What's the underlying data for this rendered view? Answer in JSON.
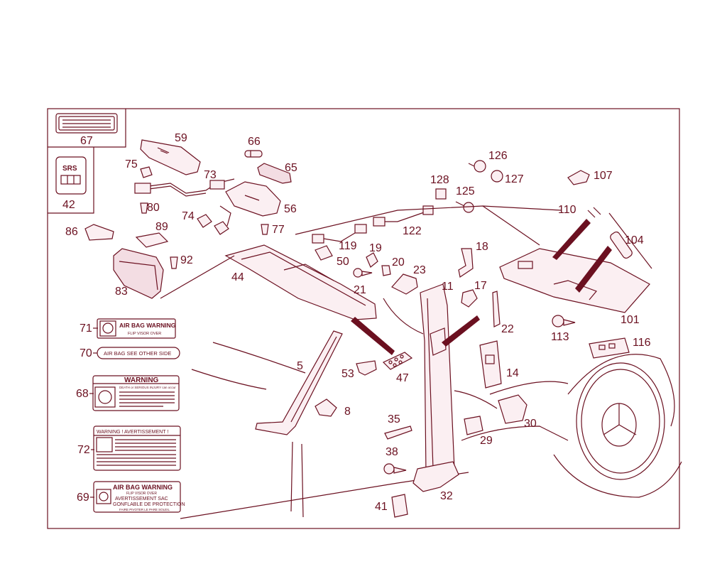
{
  "callouts": {
    "n67": "67",
    "n42": "42",
    "n59": "59",
    "n66": "66",
    "n75": "75",
    "n73": "73",
    "n65": "65",
    "n80": "80",
    "n74": "74",
    "n56": "56",
    "n77": "77",
    "n86": "86",
    "n89": "89",
    "n92": "92",
    "n83": "83",
    "n44": "44",
    "n71": "71",
    "n70": "70",
    "n68": "68",
    "n72": "72",
    "n69": "69",
    "n5": "5",
    "n8": "8",
    "n53": "53",
    "n47": "47",
    "n119": "119",
    "n50": "50",
    "n21": "21",
    "n19": "19",
    "n20": "20",
    "n23": "23",
    "n122": "122",
    "n128": "128",
    "n126": "126",
    "n127": "127",
    "n125": "125",
    "n107": "107",
    "n110": "110",
    "n104": "104",
    "n18": "18",
    "n11": "11",
    "n17": "17",
    "n22": "22",
    "n101": "101",
    "n113": "113",
    "n116": "116",
    "n14": "14",
    "n30": "30",
    "n29": "29",
    "n35": "35",
    "n38": "38",
    "n32": "32",
    "n41": "41"
  },
  "srs_badge": {
    "text": "SRS"
  },
  "labels": {
    "l71": {
      "title": "AIR BAG WARNING",
      "sub": "FLIP VISOR OVER"
    },
    "l70": {
      "text": "AIR BAG SEE OTHER SIDE"
    },
    "l68": {
      "title": "WARNING",
      "sub": "DEATH or SERIOUS INJURY can occur"
    },
    "l72": {
      "title": "WARNING ! AVERTISSEMENT !"
    },
    "l69": {
      "title": "AIR BAG WARNING",
      "line1": "FLIP VISOR OVER",
      "line2": "AVERTISSEMENT SAC",
      "line3": "GONFLABLE DE PROTECTION",
      "line4": "FAIRE PIVOTER LE PARE SOLEIL"
    }
  },
  "colors": {
    "ink": "#6b1020",
    "paper": "#ffffff",
    "fill_light": "#fbeff2"
  },
  "icons": [
    "airbag-warning-icon",
    "srs-icon",
    "bulb-icon",
    "screw-icon",
    "clip-icon"
  ]
}
